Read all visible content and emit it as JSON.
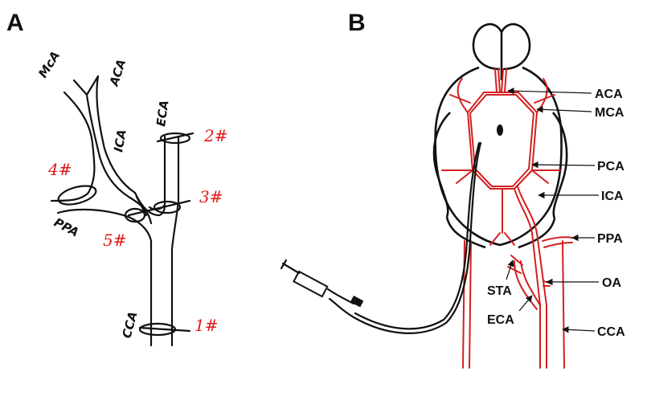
{
  "panels": {
    "a": {
      "label": "A",
      "vessels": [
        "McA",
        "ACA",
        "ICA",
        "ECA",
        "PPA",
        "CCA"
      ],
      "ligation_points": [
        "1#",
        "2#",
        "3#",
        "4#",
        "5#"
      ]
    },
    "b": {
      "label": "B",
      "right_labels": [
        "ACA",
        "MCA",
        "PCA",
        "ICA",
        "PPA",
        "OA",
        "CCA"
      ],
      "left_labels": [
        "STA",
        "ECA"
      ]
    }
  },
  "colors": {
    "artery": "#d41f1f",
    "ligature_number": "#e01a1a",
    "ink": "#111111"
  }
}
